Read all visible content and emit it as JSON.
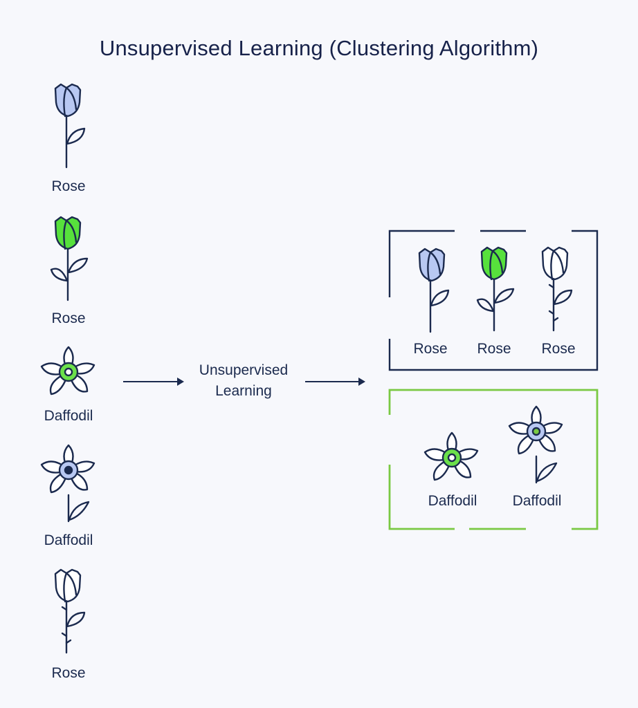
{
  "title": "Unsupervised Learning (Clustering Algorithm)",
  "process_label_line1": "Unsupervised",
  "process_label_line2": "Learning",
  "inputs": [
    {
      "label": "Rose",
      "icon": "blue-rose-icon"
    },
    {
      "label": "Rose",
      "icon": "green-rose-icon"
    },
    {
      "label": "Daffodil",
      "icon": "green-center-daffodil-icon"
    },
    {
      "label": "Daffodil",
      "icon": "blue-center-daffodil-icon"
    },
    {
      "label": "Rose",
      "icon": "white-rose-icon"
    }
  ],
  "clusters": [
    {
      "name": "rose-cluster",
      "border_color": "#1b2a4e",
      "items": [
        {
          "label": "Rose",
          "icon": "blue-rose-icon"
        },
        {
          "label": "Rose",
          "icon": "green-rose-icon"
        },
        {
          "label": "Rose",
          "icon": "white-rose-icon"
        }
      ]
    },
    {
      "name": "daffodil-cluster",
      "border_color": "#7ac943",
      "items": [
        {
          "label": "Daffodil",
          "icon": "green-center-daffodil-icon"
        },
        {
          "label": "Daffodil",
          "icon": "blue-center-daffodil-icon"
        }
      ]
    }
  ],
  "colors": {
    "ink": "#1b2a4e",
    "rose_blue": "#b8c8f2",
    "rose_green": "#57e13c",
    "daffodil_green": "#6be04a",
    "daffodil_blue": "#b8c8f2",
    "cluster_green": "#7ac943"
  }
}
